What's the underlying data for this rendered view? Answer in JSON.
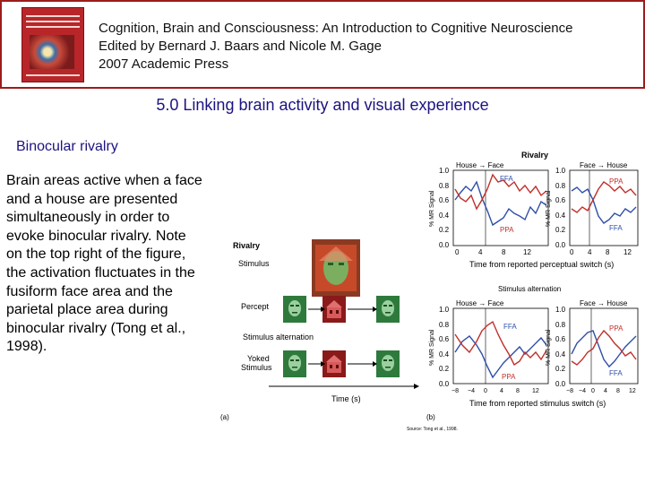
{
  "header": {
    "line1": "Cognition, Brain and Consciousness: An Introduction to Cognitive Neuroscience",
    "line2": "Edited by Bernard J. Baars and Nicole M. Gage",
    "line3": "2007 Academic Press",
    "book_cover": "book-cover-image"
  },
  "slide_title": "5.0 Linking brain activity and visual experience",
  "subtitle": "Binocular rivalry",
  "body_lines": [
    "Brain areas active when a face",
    "and a house are presented",
    "simultaneously in order to",
    "evoke binocular rivalry. Note",
    "on the top right of the figure,",
    "the activation fluctuates in the",
    "fusiform face area and the",
    "parietal place area during",
    "binocular rivalry (Tong et al.,",
    "1998)."
  ],
  "figure": {
    "panel_a": {
      "label": "(a)",
      "title": "Rivalry",
      "rows": [
        "Stimulus",
        "Percept",
        "Stimulus alternation",
        "Yoked Stimulus"
      ],
      "axis_label": "Time (s)"
    },
    "panel_b": {
      "label": "(b)",
      "source": "Source: Tong et al., 1998.",
      "top_title": "Rivalry",
      "bottom_title": "Stimulus alternation",
      "top_xlabel": "Time from reported perceptual switch (s)",
      "bottom_xlabel": "Time from reported stimulus switch (s)",
      "ylabel": "% MR Signal",
      "yticks": [
        "0.0",
        "0.2",
        "0.4",
        "0.6",
        "0.8",
        "1.0"
      ],
      "xticks_top": [
        "0",
        "4",
        "8",
        "12"
      ],
      "xticks_bottom": [
        "−8",
        "−4",
        "0",
        "4",
        "8",
        "12"
      ],
      "left_legend": "House → Face",
      "right_legend": "Face → House",
      "ffa": "FFA",
      "ppa": "PPA",
      "colors": {
        "ffa": "#2f4fa8",
        "ppa": "#c0302a"
      }
    }
  }
}
